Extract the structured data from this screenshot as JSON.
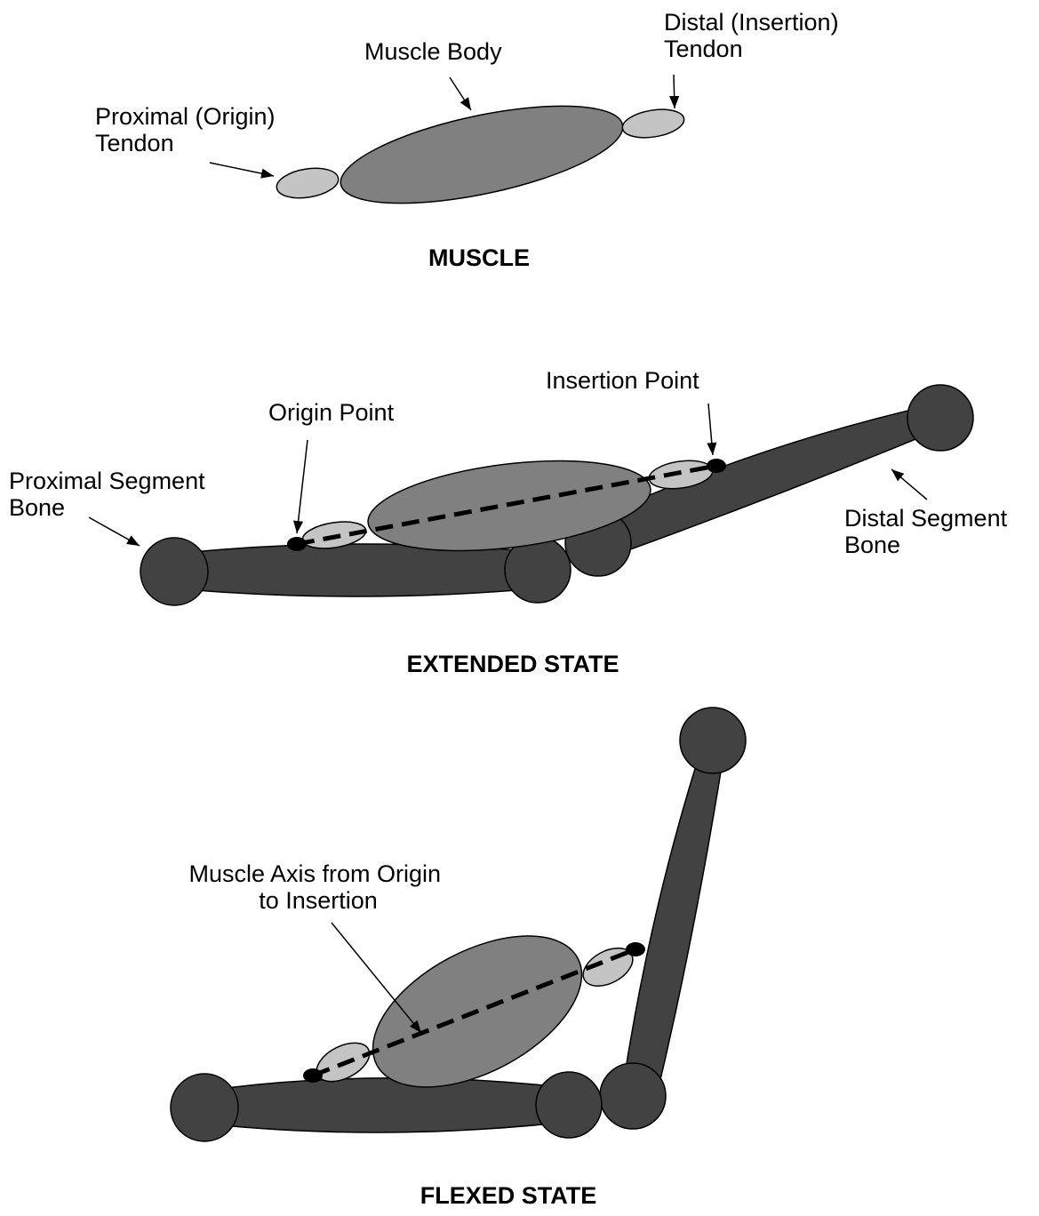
{
  "colors": {
    "bone": "#424242",
    "muscle_body": "#808080",
    "tendon": "#c4c4c4",
    "line": "#000000"
  },
  "muscle": {
    "title": "MUSCLE",
    "muscle_body_label": "Muscle Body",
    "proximal_tendon_label": [
      "Proximal (Origin)",
      "Tendon"
    ],
    "distal_tendon_label": [
      "Distal (Insertion)",
      "Tendon"
    ]
  },
  "extended": {
    "title": "EXTENDED STATE",
    "origin_point_label": "Origin Point",
    "insertion_point_label": "Insertion Point",
    "proximal_bone_label": [
      "Proximal Segment",
      "Bone"
    ],
    "distal_bone_label": [
      "Distal Segment",
      "Bone"
    ]
  },
  "flexed": {
    "title": "FLEXED STATE",
    "axis_label": [
      "Muscle Axis from Origin",
      "to Insertion"
    ]
  }
}
